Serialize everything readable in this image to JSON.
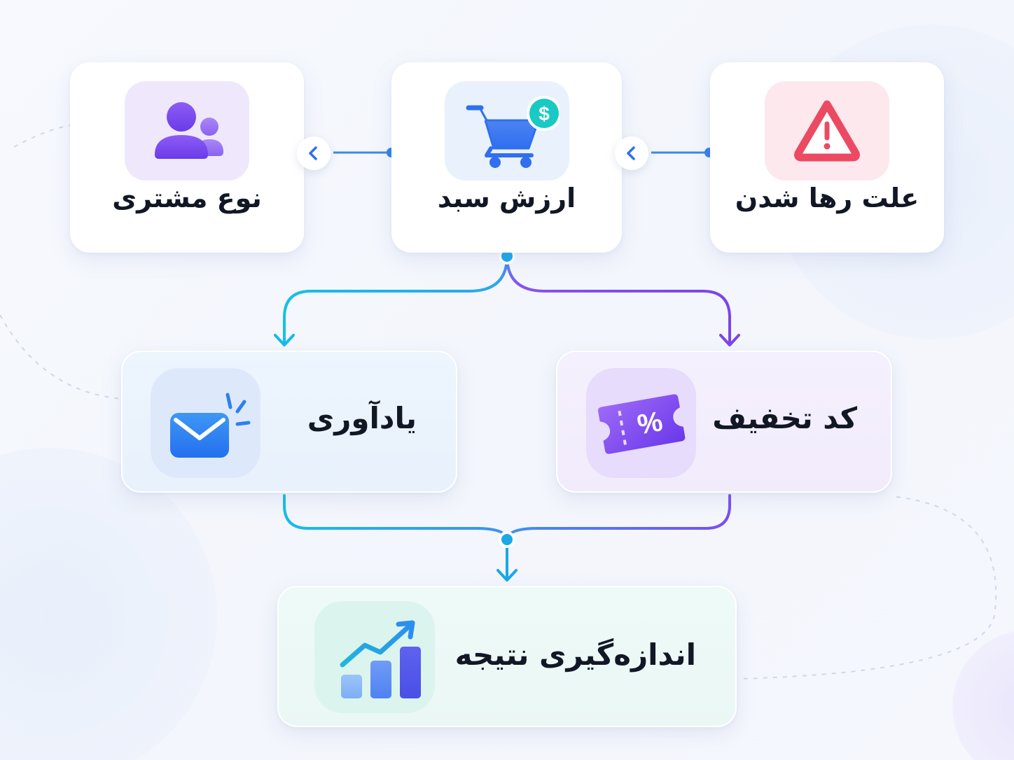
{
  "nodes": {
    "customer_type": {
      "label": "نوع مشتری",
      "icon": "users-icon"
    },
    "cart_value": {
      "label": "ارزش سبد",
      "icon": "shopping-cart-dollar-icon",
      "badge_symbol": "$"
    },
    "abandon_reason": {
      "label": "علت رها شدن",
      "icon": "warning-triangle-icon"
    },
    "reminder": {
      "label": "یادآوری",
      "icon": "envelope-notification-icon"
    },
    "discount_code": {
      "label": "کد تخفیف",
      "icon": "discount-ticket-icon",
      "ticket_symbol": "%"
    },
    "measure_result": {
      "label": "اندازه‌گیری نتیجه",
      "icon": "growth-chart-icon"
    }
  },
  "edges": [
    {
      "from": "abandon_reason",
      "to": "cart_value"
    },
    {
      "from": "cart_value",
      "to": "customer_type"
    },
    {
      "from": "cart_value",
      "to": "reminder"
    },
    {
      "from": "cart_value",
      "to": "discount_code"
    },
    {
      "from": "reminder",
      "to": "measure_result"
    },
    {
      "from": "discount_code",
      "to": "measure_result"
    }
  ],
  "colors": {
    "cyan_flow": "#19b4e6",
    "purple_flow": "#7c4ef0",
    "blue_accent": "#2f6ff0",
    "alert_red": "#ec4a62",
    "teal_badge": "#18c9c4"
  }
}
